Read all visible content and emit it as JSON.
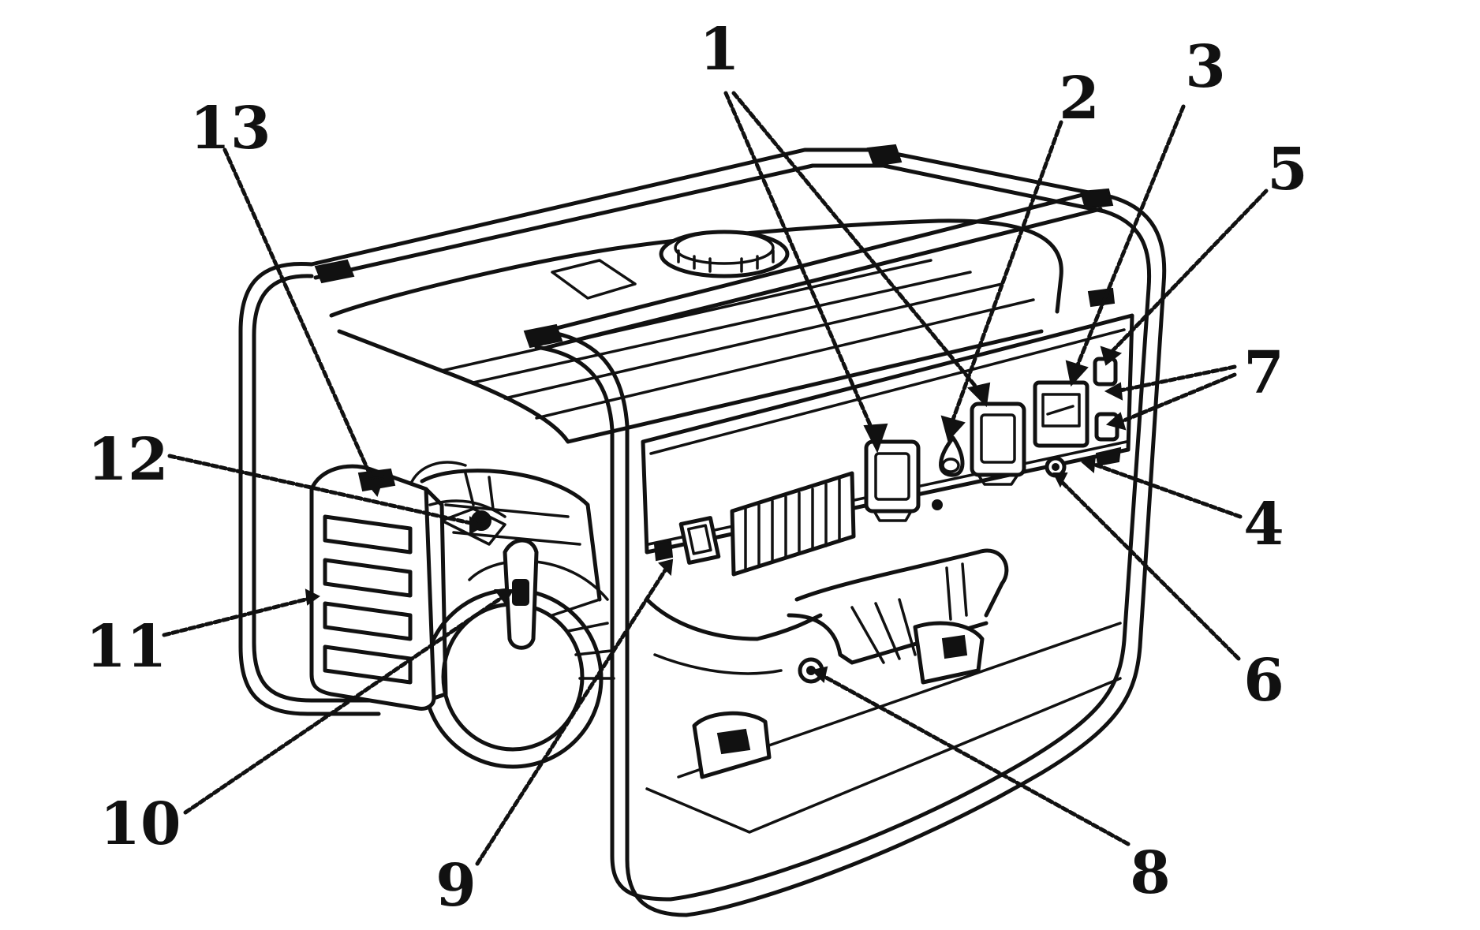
{
  "diagram": {
    "subject": "portable-generator-line-drawing",
    "callouts": [
      {
        "id": "c1",
        "label": "1"
      },
      {
        "id": "c2",
        "label": "2"
      },
      {
        "id": "c3",
        "label": "3"
      },
      {
        "id": "c4",
        "label": "4"
      },
      {
        "id": "c5",
        "label": "5"
      },
      {
        "id": "c6",
        "label": "6"
      },
      {
        "id": "c7",
        "label": "7"
      },
      {
        "id": "c8",
        "label": "8"
      },
      {
        "id": "c9",
        "label": "9"
      },
      {
        "id": "c10",
        "label": "10"
      },
      {
        "id": "c11",
        "label": "11"
      },
      {
        "id": "c12",
        "label": "12"
      },
      {
        "id": "c13",
        "label": "13"
      }
    ]
  },
  "colors": {
    "ink": "#111111",
    "paper": "#ffffff"
  }
}
